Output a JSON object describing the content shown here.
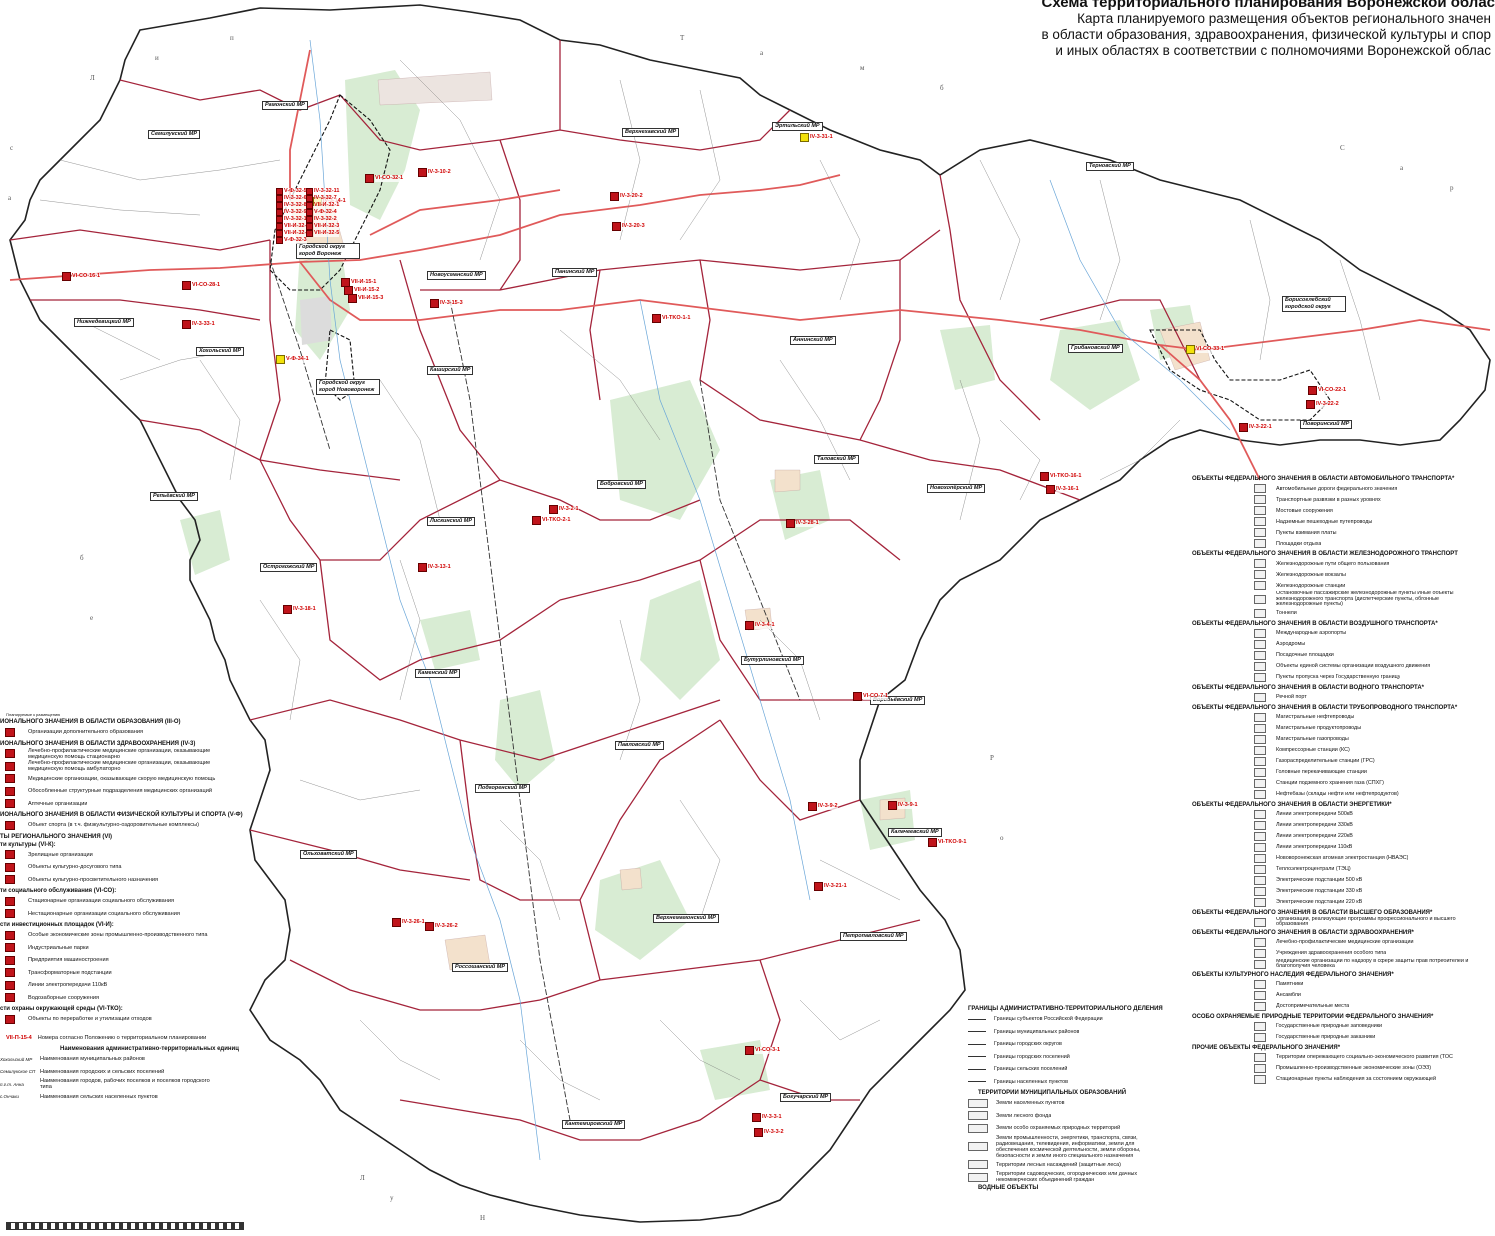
{
  "title": {
    "main": "Схема территориального планирования Воронежской облас",
    "line1": "Карта планируемого размещения объектов регионального значен",
    "line2": "в области образования, здравоохранения, физической культуры и спор",
    "line3": "и иных областях в соответствии с полномочиями Воронежской облас"
  },
  "colors": {
    "region_border": "#222222",
    "district_border": "#a4243b",
    "federal_road": "#e05a5a",
    "forest": "#d8ecd3",
    "settlement": "#f3e1cc",
    "object_marker": "#c0141b",
    "sport_marker": "#f2e20b"
  },
  "districts": [
    {
      "id": "ramon",
      "name": "Рамонский МР"
    },
    {
      "id": "semiluk",
      "name": "Семилукский МР"
    },
    {
      "id": "verkhnekhav",
      "name": "Верхнехавский МР"
    },
    {
      "id": "ertil",
      "name": "Эртильский МР"
    },
    {
      "id": "nizhnedev",
      "name": "Нижнедевицкий МР"
    },
    {
      "id": "khokhol",
      "name": "Хохольский МР"
    },
    {
      "id": "novousman",
      "name": "Новоусманский МР"
    },
    {
      "id": "panin",
      "name": "Панинский МР"
    },
    {
      "id": "annin",
      "name": "Аннинский МР"
    },
    {
      "id": "kashir",
      "name": "Каширский МР"
    },
    {
      "id": "repyev",
      "name": "Репьёвский МР"
    },
    {
      "id": "gribanov",
      "name": "Грибановский МР"
    },
    {
      "id": "povorin",
      "name": "Поворинский МР"
    },
    {
      "id": "talov",
      "name": "Таловский МР"
    },
    {
      "id": "novokhoper",
      "name": "Новохопёрский МР"
    },
    {
      "id": "bobrov",
      "name": "Бобровский МР"
    },
    {
      "id": "liski",
      "name": "Лискинский МР"
    },
    {
      "id": "ostrogozh",
      "name": "Острогожский МР"
    },
    {
      "id": "kamen",
      "name": "Каменский МР"
    },
    {
      "id": "buturlin",
      "name": "Бутурлиновский МР"
    },
    {
      "id": "vorobyov",
      "name": "Воробьёвский МР"
    },
    {
      "id": "pavlov",
      "name": "Павловский МР"
    },
    {
      "id": "podgorn",
      "name": "Подгоренский МР"
    },
    {
      "id": "kalach",
      "name": "Калачеевский МР"
    },
    {
      "id": "olkhovat",
      "name": "Ольховатский МР"
    },
    {
      "id": "rossosh",
      "name": "Россошанский МР"
    },
    {
      "id": "verkhnemamon",
      "name": "Верхнемамонский МР"
    },
    {
      "id": "petropavl",
      "name": "Петропавловский МР"
    },
    {
      "id": "boguchar",
      "name": "Богучарский МР"
    },
    {
      "id": "kantemir",
      "name": "Кантемировский МР"
    },
    {
      "id": "ternov",
      "name": "Терновский МР"
    }
  ],
  "districts_multi": [
    {
      "id": "borisoglebsk",
      "l1": "Борисоглебский",
      "l2": "городской округ"
    },
    {
      "id": "voronezh",
      "l1": "Городской округ",
      "l2": "город Воронеж"
    },
    {
      "id": "novovoronezh",
      "l1": "Городской округ",
      "l2": "город Нововоронеж"
    }
  ],
  "objects": [
    {
      "id": "o1",
      "label": "VI-CO-16-1",
      "kind": "red"
    },
    {
      "id": "o2",
      "label": "VI-CO-28-1",
      "kind": "red"
    },
    {
      "id": "o3",
      "label": "IV-3-33-1",
      "kind": "red"
    },
    {
      "id": "o4",
      "label": "V-Ф-34-1",
      "kind": "yellow"
    },
    {
      "id": "o5",
      "label": "VI-CO-32-1",
      "kind": "red"
    },
    {
      "id": "o6",
      "label": "IV-3-10-2",
      "kind": "red"
    },
    {
      "id": "o7",
      "label": "IV-3-20-2",
      "kind": "red"
    },
    {
      "id": "o8",
      "label": "IV-3-20-3",
      "kind": "red"
    },
    {
      "id": "o9",
      "label": "IV-3-31-1",
      "kind": "yellow"
    },
    {
      "id": "o10",
      "label": "IV-3-15-3",
      "kind": "red"
    },
    {
      "id": "o11",
      "label": "VI-TKO-1-1",
      "kind": "red"
    },
    {
      "id": "o12",
      "label": "VI-CO-33-1",
      "kind": "yellow"
    },
    {
      "id": "o13",
      "label": "VI-CO-22-1",
      "kind": "red"
    },
    {
      "id": "o14",
      "label": "IV-3-22-2",
      "kind": "red"
    },
    {
      "id": "o15",
      "label": "IV-3-22-1",
      "kind": "red"
    },
    {
      "id": "o16",
      "label": "VI-TKO-16-1",
      "kind": "red"
    },
    {
      "id": "o17",
      "label": "IV-3-16-1",
      "kind": "red"
    },
    {
      "id": "o18",
      "label": "IV-3-2-1",
      "kind": "red"
    },
    {
      "id": "o19",
      "label": "VI-TKO-2-1",
      "kind": "red"
    },
    {
      "id": "o20",
      "label": "IV-3-28-1",
      "kind": "red"
    },
    {
      "id": "o21",
      "label": "IV-3-13-1",
      "kind": "red"
    },
    {
      "id": "o22",
      "label": "IV-3-18-1",
      "kind": "red"
    },
    {
      "id": "o23",
      "label": "IV-3-4-1",
      "kind": "red"
    },
    {
      "id": "o24",
      "label": "VI-CO-7-1",
      "kind": "red"
    },
    {
      "id": "o25",
      "label": "IV-3-9-2",
      "kind": "red"
    },
    {
      "id": "o26",
      "label": "IV-3-9-1",
      "kind": "red"
    },
    {
      "id": "o27",
      "label": "VI-TKO-9-1",
      "kind": "red"
    },
    {
      "id": "o28",
      "label": "IV-3-21-1",
      "kind": "red"
    },
    {
      "id": "o29",
      "label": "IV-3-26-1",
      "kind": "red"
    },
    {
      "id": "o30",
      "label": "IV-3-26-2",
      "kind": "red"
    },
    {
      "id": "o31",
      "label": "VI-CO-3-1",
      "kind": "red"
    },
    {
      "id": "o32",
      "label": "IV-3-3-1",
      "kind": "red"
    },
    {
      "id": "o33",
      "label": "IV-3-3-2",
      "kind": "red"
    },
    {
      "id": "o34",
      "label": "IV-3-14-1",
      "kind": "yellow"
    },
    {
      "id": "o35",
      "label": "VII-И-15-1",
      "kind": "red"
    },
    {
      "id": "o36",
      "label": "VII-И-15-2",
      "kind": "red"
    },
    {
      "id": "o37",
      "label": "VII-И-15-3",
      "kind": "red"
    }
  ],
  "voronezh_cluster": [
    "V-Ф-32-5",
    "IV-3-32-11",
    "IV-3-32-6",
    "IV-3-32-7",
    "IV-3-32-8",
    "VII-И-32-1",
    "IV-3-32-9",
    "V-Ф-32-4",
    "IV-3-32-12",
    "IV-3-32-2",
    "VII-И-32-2",
    "VII-И-32-3",
    "VII-И-32-4",
    "VII-И-32-5",
    "V-Ф-32-3"
  ],
  "legend_left": {
    "small_head": "Планируемые к размещению",
    "sections": [
      {
        "heading": "ИОНАЛЬНОГО ЗНАЧЕНИЯ В ОБЛАСТИ ОБРАЗОВАНИЯ (III-О)",
        "rows": [
          "Организации дополнительного образования"
        ]
      },
      {
        "heading": "ИОНАЛЬНОГО ЗНАЧЕНИЯ В ОБЛАСТИ ЗДРАВООХРАНЕНИЯ (IV-3)",
        "rows": [
          "Лечебно-профилактические медицинские организации, оказывающие медицинскую помощь стационарно",
          "Лечебно-профилактические медицинские организации, оказывающие медицинскую помощь амбулаторно",
          "Медицинские организации, оказывающие скорую медицинскую помощь",
          "Обособленные структурные подразделения медицинских организаций",
          "Аптечные организации"
        ]
      },
      {
        "heading": "ИОНАЛЬНОГО ЗНАЧЕНИЯ В ОБЛАСТИ ФИЗИЧЕСКОЙ КУЛЬТУРЫ И СПОРТА (V-Ф)",
        "rows": [
          "Объект спорта (в т.ч. физкультурно-оздоровительные комплексы)"
        ]
      },
      {
        "heading": "ТЫ РЕГИОНАЛЬНОГО ЗНАЧЕНИЯ (VI)",
        "rows": []
      },
      {
        "heading": "ти культуры (VI-К):",
        "rows": [
          "Зрелищные организации",
          "Объекты культурно-досугового типа",
          "Объекты культурно-просветительного назначения"
        ]
      },
      {
        "heading": "ти социального обслуживания (VI-СО):",
        "rows": [
          "Стационарные организации социального обслуживания",
          "Нестационарные организации социального обслуживания"
        ]
      },
      {
        "heading": "сти инвестиционных площадок (VI-И):",
        "rows": [
          "Особые экономические зоны промышленно-производственного типа",
          "Индустриальные парки",
          "Предприятия машиностроения",
          "Трансформаторные подстанции",
          "Линии электропередачи 110кВ",
          "Водозаборные сооружения"
        ]
      },
      {
        "heading": "сти охраны окружающей среды (VI-ТКО):",
        "rows": [
          "Объекты по переработке и утилизации отходов"
        ]
      }
    ],
    "number_example": "VII-П-15-4",
    "number_text": "Номера согласно Положению о территориальном планировании",
    "names_heading": "Наименования административно-территориальных единиц",
    "names": [
      "Наименования муниципальных районов",
      "Наименования городских и сельских поселений",
      "Наименования городов, рабочих поселков и поселков городского типа",
      "Наименования сельских населенных пунктов"
    ],
    "names_samples": [
      "Хохольский МР",
      "Семилукское СП",
      "п.г.т. Анна",
      "с.Ончаки"
    ]
  },
  "legend_mid": {
    "heading": "ГРАНИЦЫ АДМИНИСТРАТИВНО-ТЕРРИТОРИАЛЬНОГО ДЕЛЕНИЯ",
    "rows": [
      "Границы субъектов Российской Федерации",
      "Границы муниципальных районов",
      "Границы городских округов",
      "Границы городских поселений",
      "Границы сельских поселений",
      "Границы населенных пунктов"
    ],
    "heading2": "ТЕРРИТОРИИ МУНИЦИПАЛЬНЫХ ОБРАЗОВАНИЙ",
    "rows2": [
      "Земли населенных пунктов",
      "Земли лесного фонда",
      "Земли особо охраняемых природных территорий",
      "Земли промышленности, энергетики, транспорта, связи, радиовещания, телевидения, информатики, земли для обеспечения космической деятельности, земли обороны, безопасности и земли иного специального назначения",
      "Территории лесных насаждений (защитные леса)",
      "Территории садоводческих, огороднических или дачных некоммерческих объединений граждан"
    ],
    "heading3": "ВОДНЫЕ ОБЪЕКТЫ"
  },
  "legend_right": {
    "sections": [
      {
        "heading": "ОБЪЕКТЫ ФЕДЕРАЛЬНОГО ЗНАЧЕНИЯ В ОБЛАСТИ АВТОМОБИЛЬНОГО ТРАНСПОРТА*",
        "rows": [
          "Автомобильные дороги федерального значения",
          "Транспортные развязки в разных уровнях",
          "Мостовые сооружения",
          "Надземные пешеходные путепроводы",
          "Пункты взимания платы",
          "Площадки отдыха"
        ]
      },
      {
        "heading": "ОБЪЕКТЫ ФЕДЕРАЛЬНОГО ЗНАЧЕНИЯ В ОБЛАСТИ ЖЕЛЕЗНОДОРОЖНОГО ТРАНСПОРТ",
        "rows": [
          "Железнодорожные пути общего пользования",
          "Железнодорожные вокзалы",
          "Железнодорожные станции",
          "Остановочные пассажирские железнодорожные пункты Иные объекты железнодорожного транспорта (диспетчерские пункты, обгонные железнодорожные пункты)",
          "Тоннели"
        ]
      },
      {
        "heading": "ОБЪЕКТЫ ФЕДЕРАЛЬНОГО ЗНАЧЕНИЯ В ОБЛАСТИ ВОЗДУШНОГО ТРАНСПОРТА*",
        "rows": [
          "Международные аэропорты",
          "Аэродромы",
          "Посадочные площадки",
          "Объекты единой системы организации воздушного движения",
          "Пункты пропуска через Государственную границу"
        ]
      },
      {
        "heading": "ОБЪЕКТЫ ФЕДЕРАЛЬНОГО ЗНАЧЕНИЯ В ОБЛАСТИ ВОДНОГО ТРАНСПОРТА*",
        "rows": [
          "Речной порт"
        ]
      },
      {
        "heading": "ОБЪЕКТЫ ФЕДЕРАЛЬНОГО ЗНАЧЕНИЯ В ОБЛАСТИ ТРУБОПРОВОДНОГО ТРАНСПОРТА*",
        "rows": [
          "Магистральные нефтепроводы",
          "Магистральные продуктопроводы",
          "Магистральные газопроводы",
          "Компрессорные станции (КС)",
          "Газораспределительные станции (ГРС)",
          "Головные перекачивающие станции",
          "Станции подземного хранения газа (СПХГ)",
          "Нефтебазы (склады нефти или нефтепродуктов)"
        ]
      },
      {
        "heading": "ОБЪЕКТЫ ФЕДЕРАЛЬНОГО ЗНАЧЕНИЯ В ОБЛАСТИ ЭНЕРГЕТИКИ*",
        "rows": [
          "Линии электропередачи 500кВ",
          "Линии электропередачи 330кВ",
          "Линии электропередачи 220кВ",
          "Линии электропередачи 110кВ",
          "Нововоронежская атомная электростанция (НВАЭС)",
          "Теплоэлектроцентрали (ТЭЦ)",
          "Электрические подстанции 500 кВ",
          "Электрические подстанции 330 кВ",
          "Электрические подстанции 220 кВ"
        ]
      },
      {
        "heading": "ОБЪЕКТЫ ФЕДЕРАЛЬНОГО ЗНАЧЕНИЯ В ОБЛАСТИ ВЫСШЕГО ОБРАЗОВАНИЯ*",
        "rows": [
          "Организации, реализующие программы профессионального и высшего образования"
        ]
      },
      {
        "heading": "ОБЪЕКТЫ ФЕДЕРАЛЬНОГО ЗНАЧЕНИЯ В ОБЛАСТИ ЗДРАВООХРАНЕНИЯ*",
        "rows": [
          "Лечебно-профилактические медицинские организации",
          "Учреждения здравоохранения особого типа",
          "Медицинские организации по надзору в сфере защиты прав потребителей и благополучия человека"
        ]
      },
      {
        "heading": "ОБЪЕКТЫ КУЛЬТУРНОГО НАСЛЕДИЯ ФЕДЕРАЛЬНОГО ЗНАЧЕНИЯ*",
        "rows": [
          "Памятники",
          "Ансамбли",
          "Достопримечательные места"
        ]
      },
      {
        "heading": "ОСОБО ОХРАНЯЕМЫЕ ПРИРОДНЫЕ ТЕРРИТОРИИ ФЕДЕРАЛЬНОГО ЗНАЧЕНИЯ*",
        "rows": [
          "Государственные природные заповедники",
          "Государственные природные заказники"
        ]
      },
      {
        "heading": "ПРОЧИЕ ОБЪЕКТЫ ФЕДЕРАЛЬНОГО ЗНАЧЕНИЯ*",
        "rows": [
          "Территории опережающего социально-экономического развития (ТОС",
          "Промышленно-производственные экономические зоны (ОЭЗ)",
          "Стационарные пункты наблюдения за состоянием окружающей"
        ]
      }
    ]
  }
}
